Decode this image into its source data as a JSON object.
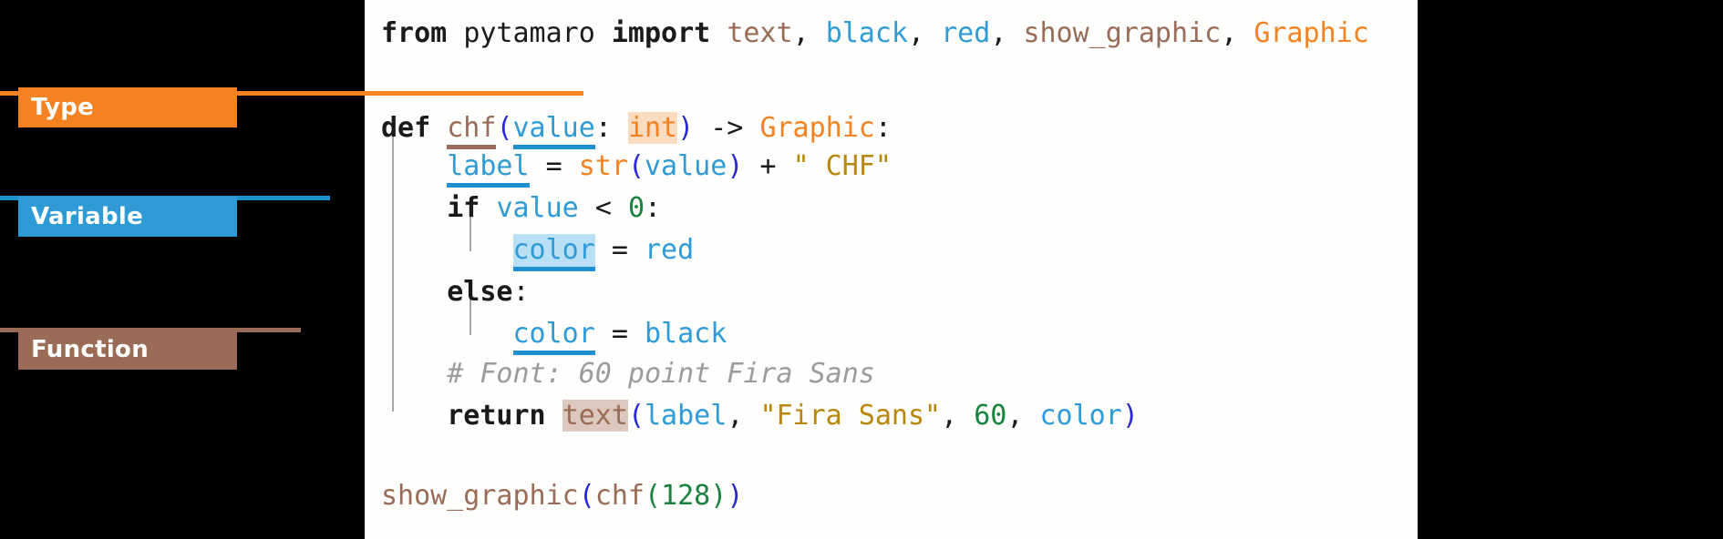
{
  "panel": {
    "background": "#FEFEFC",
    "outside_background": "#000000"
  },
  "legend": {
    "items": [
      {
        "label": "Type",
        "color": "#F58220",
        "target": "int"
      },
      {
        "label": "Variable",
        "color": "#2E9BD6",
        "target": "color"
      },
      {
        "label": "Function",
        "color": "#9A6B56",
        "target": "text"
      }
    ]
  },
  "code": {
    "language": "python",
    "full_text": "from pytamaro import text, black, red, show_graphic, Graphic\n\ndef chf(value: int) -> Graphic:\n    label = str(value) + \" CHF\"\n    if value < 0:\n        color = red\n    else:\n        color = black\n    # Font: 60 point Fira Sans\n    return text(label, \"Fira Sans\", 60, color)\n\nshow_graphic(chf(128))",
    "lines": [
      {
        "id": "line-import",
        "tokens": [
          {
            "t": "from",
            "c": "kw"
          },
          {
            "t": " ",
            "c": "plain"
          },
          {
            "t": "pytamaro",
            "c": "plain"
          },
          {
            "t": " ",
            "c": "plain"
          },
          {
            "t": "import",
            "c": "kw"
          },
          {
            "t": " ",
            "c": "plain"
          },
          {
            "t": "text",
            "c": "fn"
          },
          {
            "t": ", ",
            "c": "plain"
          },
          {
            "t": "black",
            "c": "var"
          },
          {
            "t": ", ",
            "c": "plain"
          },
          {
            "t": "red",
            "c": "var"
          },
          {
            "t": ", ",
            "c": "plain"
          },
          {
            "t": "show_graphic",
            "c": "fn"
          },
          {
            "t": ", ",
            "c": "plain"
          },
          {
            "t": "Graphic",
            "c": "type"
          }
        ]
      },
      {
        "id": "line-def",
        "tokens": [
          {
            "t": "def",
            "c": "kw"
          },
          {
            "t": " ",
            "c": "plain"
          },
          {
            "t": "chf",
            "c": "fn",
            "deco": "u-brown"
          },
          {
            "t": "(",
            "c": "paren"
          },
          {
            "t": "value",
            "c": "var",
            "deco": "u-blue"
          },
          {
            "t": ": ",
            "c": "plain"
          },
          {
            "t": "int",
            "c": "type",
            "deco": "hl-orange"
          },
          {
            "t": ")",
            "c": "paren"
          },
          {
            "t": " ",
            "c": "plain"
          },
          {
            "t": "->",
            "c": "op"
          },
          {
            "t": " ",
            "c": "plain"
          },
          {
            "t": "Graphic",
            "c": "type"
          },
          {
            "t": ":",
            "c": "plain"
          }
        ]
      },
      {
        "id": "line-label",
        "tokens": [
          {
            "t": "    ",
            "c": "plain"
          },
          {
            "t": "label",
            "c": "var",
            "deco": "u-blue"
          },
          {
            "t": " ",
            "c": "plain"
          },
          {
            "t": "=",
            "c": "op"
          },
          {
            "t": " ",
            "c": "plain"
          },
          {
            "t": "str",
            "c": "type"
          },
          {
            "t": "(",
            "c": "paren"
          },
          {
            "t": "value",
            "c": "var"
          },
          {
            "t": ")",
            "c": "paren"
          },
          {
            "t": " ",
            "c": "plain"
          },
          {
            "t": "+",
            "c": "op"
          },
          {
            "t": " ",
            "c": "plain"
          },
          {
            "t": "\" CHF\"",
            "c": "str"
          }
        ]
      },
      {
        "id": "line-if",
        "tokens": [
          {
            "t": "    ",
            "c": "plain"
          },
          {
            "t": "if",
            "c": "kw"
          },
          {
            "t": " ",
            "c": "plain"
          },
          {
            "t": "value",
            "c": "var"
          },
          {
            "t": " ",
            "c": "plain"
          },
          {
            "t": "<",
            "c": "op"
          },
          {
            "t": " ",
            "c": "plain"
          },
          {
            "t": "0",
            "c": "num"
          },
          {
            "t": ":",
            "c": "plain"
          }
        ]
      },
      {
        "id": "line-color-red",
        "tokens": [
          {
            "t": "        ",
            "c": "plain"
          },
          {
            "t": "color",
            "c": "var",
            "deco": "u-blue hl-blue"
          },
          {
            "t": " ",
            "c": "plain"
          },
          {
            "t": "=",
            "c": "op"
          },
          {
            "t": " ",
            "c": "plain"
          },
          {
            "t": "red",
            "c": "var"
          }
        ]
      },
      {
        "id": "line-else",
        "tokens": [
          {
            "t": "    ",
            "c": "plain"
          },
          {
            "t": "else",
            "c": "kw"
          },
          {
            "t": ":",
            "c": "plain"
          }
        ]
      },
      {
        "id": "line-color-black",
        "tokens": [
          {
            "t": "        ",
            "c": "plain"
          },
          {
            "t": "color",
            "c": "var",
            "deco": "u-blue"
          },
          {
            "t": " ",
            "c": "plain"
          },
          {
            "t": "=",
            "c": "op"
          },
          {
            "t": " ",
            "c": "plain"
          },
          {
            "t": "black",
            "c": "var"
          }
        ]
      },
      {
        "id": "line-comment",
        "tokens": [
          {
            "t": "    ",
            "c": "plain"
          },
          {
            "t": "# Font: 60 point Fira Sans",
            "c": "comment"
          }
        ]
      },
      {
        "id": "line-return",
        "tokens": [
          {
            "t": "    ",
            "c": "plain"
          },
          {
            "t": "return",
            "c": "kw"
          },
          {
            "t": " ",
            "c": "plain"
          },
          {
            "t": "text",
            "c": "fn",
            "deco": "hl-brown"
          },
          {
            "t": "(",
            "c": "paren"
          },
          {
            "t": "label",
            "c": "var"
          },
          {
            "t": ", ",
            "c": "plain"
          },
          {
            "t": "\"Fira Sans\"",
            "c": "str"
          },
          {
            "t": ", ",
            "c": "plain"
          },
          {
            "t": "60",
            "c": "num"
          },
          {
            "t": ", ",
            "c": "plain"
          },
          {
            "t": "color",
            "c": "var"
          },
          {
            "t": ")",
            "c": "paren"
          }
        ]
      },
      {
        "id": "line-show",
        "tokens": [
          {
            "t": "show_graphic",
            "c": "fn"
          },
          {
            "t": "(",
            "c": "paren"
          },
          {
            "t": "chf",
            "c": "fn"
          },
          {
            "t": "(",
            "c": "num"
          },
          {
            "t": "128",
            "c": "num"
          },
          {
            "t": ")",
            "c": "num"
          },
          {
            "t": ")",
            "c": "paren"
          }
        ]
      }
    ]
  }
}
